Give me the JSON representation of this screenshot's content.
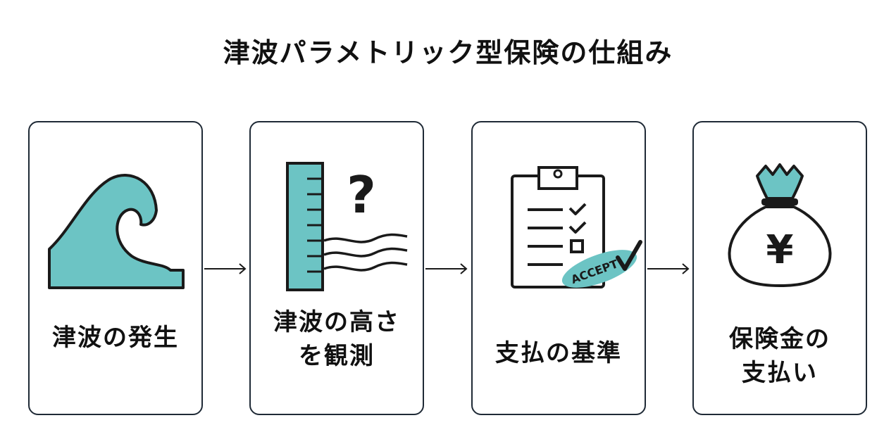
{
  "title": "津波パラメトリック型保険の仕組み",
  "steps": [
    {
      "lines": [
        "津波の発生"
      ],
      "icon": "wave-icon"
    },
    {
      "lines": [
        "津波の高さ",
        "を観測"
      ],
      "icon": "tide-gauge-icon"
    },
    {
      "lines": [
        "支払の基準"
      ],
      "icon": "clipboard-accept-icon"
    },
    {
      "lines": [
        "保険金の",
        "支払い"
      ],
      "icon": "money-bag-yen-icon"
    }
  ],
  "stamp_text": "ACCEPT",
  "question_mark": "?",
  "yen_symbol": "¥",
  "colors": {
    "accent": "#6cc4c4",
    "stroke": "#1a1a1a",
    "border": "#1f2a36"
  }
}
